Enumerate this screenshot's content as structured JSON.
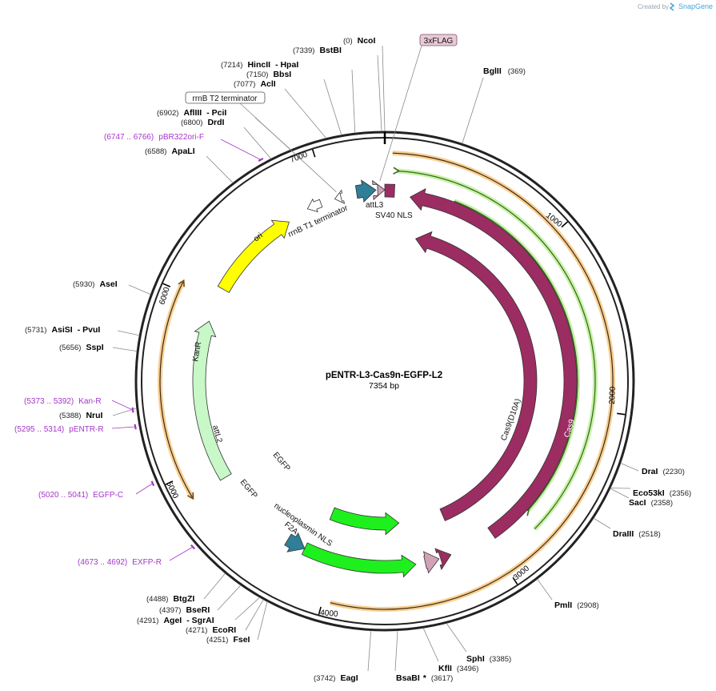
{
  "branding": {
    "created_by": "Created by",
    "brand": "SnapGene"
  },
  "plasmid": {
    "name": "pENTR-L3-Cas9n-EGFP-L2",
    "length": "7354 bp"
  },
  "ruler_ticks": [
    "1000",
    "2000",
    "3000",
    "4000",
    "5000",
    "6000",
    "7000"
  ],
  "enzymes": [
    {
      "pos": "(0)",
      "name": "NcoI"
    },
    {
      "pos": "(7339)",
      "name": "BstBI"
    },
    {
      "pos": "(7214)",
      "name": "HincII",
      "name2": "- HpaI"
    },
    {
      "pos": "(7150)",
      "name": "BbsI"
    },
    {
      "pos": "(7077)",
      "name": "AclI"
    },
    {
      "pos": "(6902)",
      "name": "AflIII",
      "name2": "- PciI"
    },
    {
      "pos": "(6800)",
      "name": "DrdI"
    },
    {
      "pos": "(6588)",
      "name": "ApaLI"
    },
    {
      "pos": "(5930)",
      "name": "AseI"
    },
    {
      "pos": "(5731)",
      "name": "AsiSI",
      "name2": "- PvuI"
    },
    {
      "pos": "(5656)",
      "name": "SspI"
    },
    {
      "pos": "(5388)",
      "name": "NruI"
    },
    {
      "pos": "(4488)",
      "name": "BtgZI"
    },
    {
      "pos": "(4397)",
      "name": "BseRI"
    },
    {
      "pos": "(4291)",
      "name": "AgeI",
      "name2": "- SgrAI"
    },
    {
      "pos": "(4271)",
      "name": "EcoRI"
    },
    {
      "pos": "(4251)",
      "name": "FseI"
    },
    {
      "pos": "(3742)",
      "name": "EagI"
    },
    {
      "pos": "(3617)",
      "name": "BsaBI",
      "name2": "*"
    },
    {
      "pos": "(3496)",
      "name": "KflI"
    },
    {
      "pos": "(3385)",
      "name": "SphI"
    },
    {
      "pos": "(2908)",
      "name": "PmlI"
    },
    {
      "pos": "(2518)",
      "name": "DraIII"
    },
    {
      "pos": "(2358)",
      "name": "SacI"
    },
    {
      "pos": "(2356)",
      "name": "Eco53kI"
    },
    {
      "pos": "(2230)",
      "name": "DraI"
    },
    {
      "pos": "(369)",
      "name": "BglII"
    }
  ],
  "primers": [
    {
      "range": "(6747 .. 6766)",
      "name": "pBR322ori-F"
    },
    {
      "range": "(5373 .. 5392)",
      "name": "Kan-R"
    },
    {
      "range": "(5295 .. 5314)",
      "name": "pENTR-R"
    },
    {
      "range": "(5020 .. 5041)",
      "name": "EGFP-C"
    },
    {
      "range": "(4673 .. 4692)",
      "name": "EXFP-R"
    }
  ],
  "boxed_labels": {
    "flag": "3xFLAG",
    "rrnb_t2": "rrnB T2 terminator"
  },
  "features": {
    "attL3": "attL3",
    "sv40": "SV40 NLS",
    "rrnb_t1": "rrnB T1 terminator",
    "ori": "ori",
    "kanr": "KanR",
    "attL2": "attL2",
    "egfp_outer": "EGFP",
    "egfp_inner": "EGFP",
    "f2a": "F2A",
    "nucleoplasmin": "nucleoplasmin NLS",
    "cas9_d10a": "Cas9(D10A)",
    "cas9": "Cas9"
  },
  "colors": {
    "backbone": "#222222",
    "cas9": "#9b2d62",
    "egfp": "#1ef01e",
    "attL": "#2e7f97",
    "kanr": "#c8f7c8",
    "ori": "#ffff00",
    "flag_nls": "#d1a2b7",
    "primer": "#a437c9",
    "orf_orange": "#f2a83b",
    "orf_green": "#4fa82b"
  }
}
